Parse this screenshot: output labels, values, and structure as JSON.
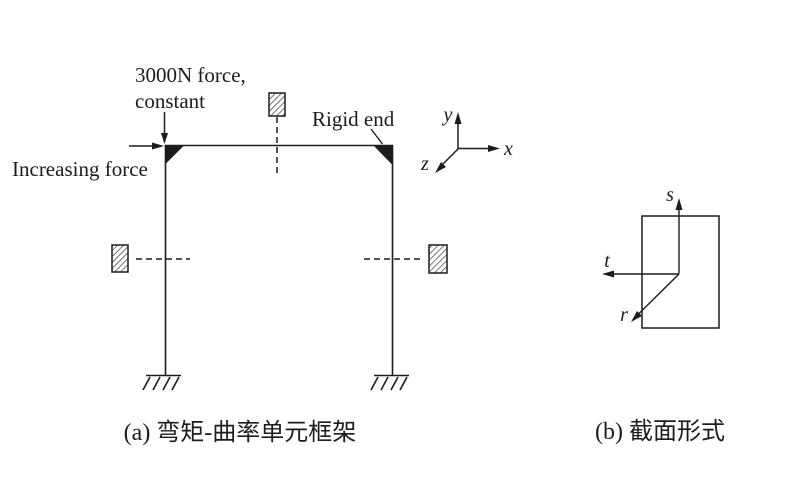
{
  "figure": {
    "background": "#ffffff",
    "ink_color": "#1c1c1c",
    "panel_a": {
      "caption": "(a) 弯矩-曲率单元框架",
      "constant_force_label_line1": "3000N force,",
      "constant_force_label_line2": "constant",
      "increasing_force_label": "Increasing force",
      "rigid_end_label": "Rigid end",
      "axis_labels": {
        "x": "x",
        "y": "y",
        "z": "z"
      }
    },
    "panel_b": {
      "caption": "(b) 截面形式",
      "axis_labels": {
        "s": "s",
        "t": "t",
        "r": "r"
      }
    }
  }
}
